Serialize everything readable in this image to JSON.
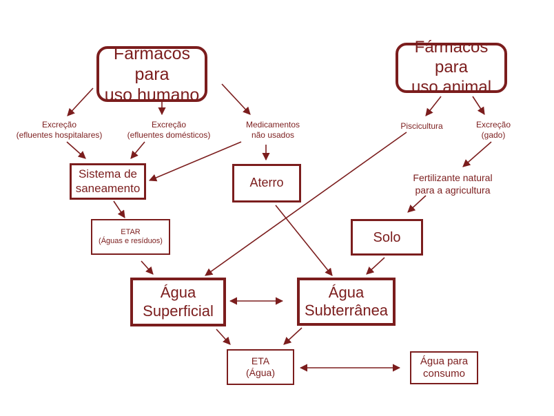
{
  "nodes": {
    "farmacos_humano": "Fármacos para\nuso humano",
    "farmacos_animal": "Fármacos para\nuso animal",
    "sistema_saneamento": "Sistema de\nsaneamento",
    "aterro": "Aterro",
    "etar": "ETAR\n(Águas e resíduos)",
    "solo": "Solo",
    "agua_superficial": "Água\nSuperficial",
    "agua_subterranea": "Água\nSubterrânea",
    "eta": "ETA\n(Água)",
    "agua_consumo": "Água para\nconsumo"
  },
  "labels": {
    "excrecao_hospitalares": "Excreção\n(efluentes hospitalares)",
    "excrecao_domesticos": "Excreção\n(efluentes domésticos)",
    "medicamentos_nao_usados": "Medicamentos\nnão usados",
    "piscicultura": "Piscicultura",
    "excrecao_gado": "Excreção\n(gado)",
    "fertilizante_natural": "Fertilizante natural\npara a agricultura"
  },
  "colors": {
    "accent": "#7b1d1d",
    "background": "#ffffff"
  }
}
